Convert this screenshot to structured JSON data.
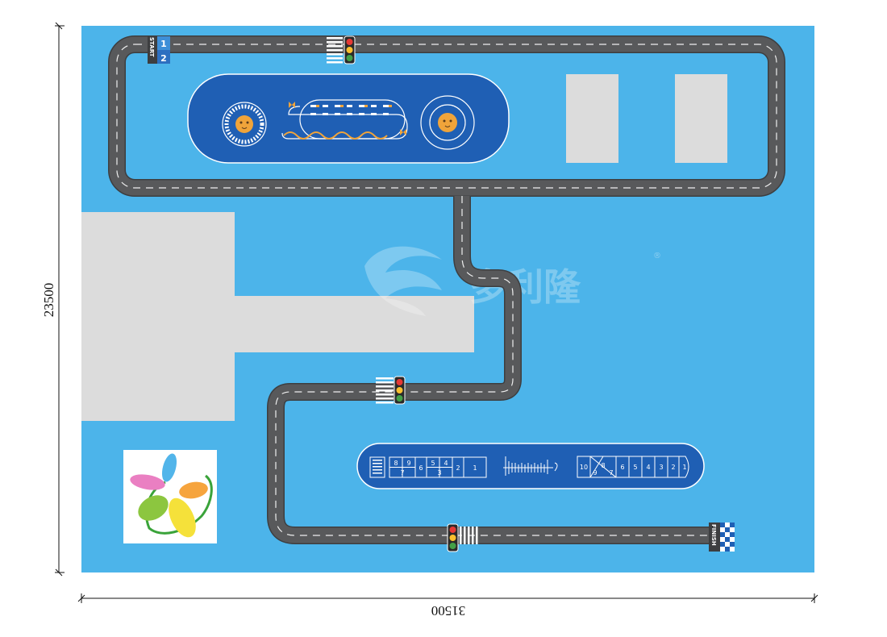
{
  "dimensions": {
    "height_label": "23500",
    "width_label": "31500"
  },
  "track": {
    "start_label": "START",
    "finish_label": "FINISH",
    "lane_numbers": [
      "1",
      "2"
    ]
  },
  "hopscotch_left": {
    "cells": [
      "8",
      "9",
      "7",
      "6",
      "5",
      "4",
      "3",
      "2",
      "1"
    ]
  },
  "hopscotch_right": {
    "cells": [
      "10",
      "9",
      "8",
      "7",
      "6",
      "5",
      "4",
      "3",
      "2",
      "1"
    ]
  },
  "watermark": {
    "brand": "多利隆",
    "registered": "®"
  },
  "colors": {
    "field": "#4cb4ea",
    "road": "#58595b",
    "road_dark": "#3d3e40",
    "pad": "#1f5fb4",
    "slab": "#dcdcdc",
    "logo_bg": "#ffffff"
  }
}
